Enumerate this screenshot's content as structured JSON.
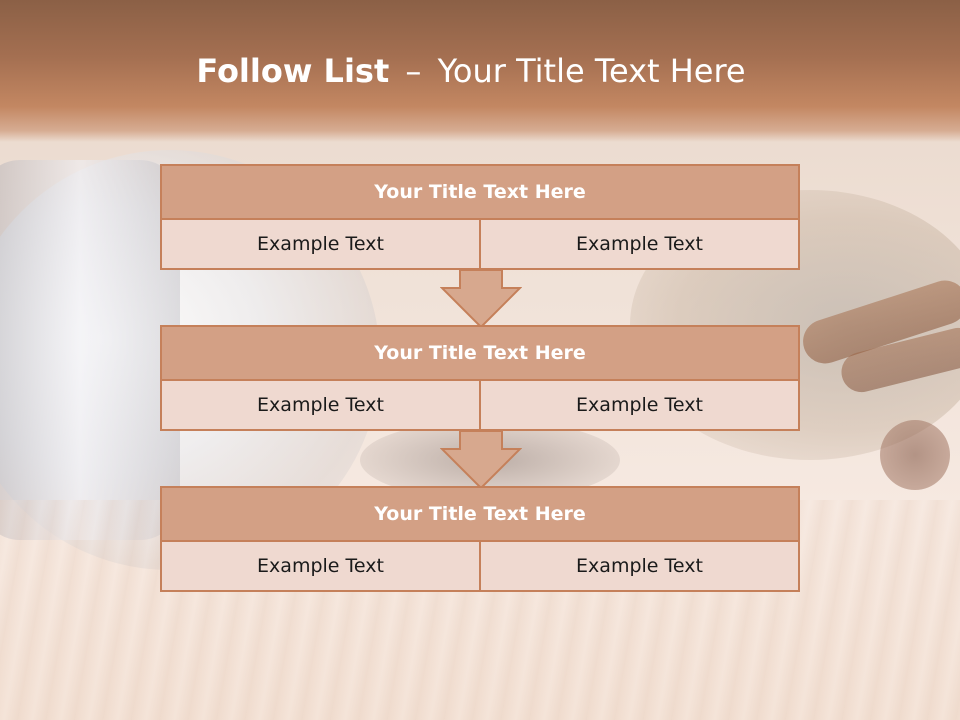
{
  "slide": {
    "title_bold": "Follow List",
    "title_separator": "–",
    "title_rest": "Your Title Text Here"
  },
  "steps": [
    {
      "title": "Your Title Text Here",
      "left": "Example Text",
      "right": "Example Text"
    },
    {
      "title": "Your Title Text Here",
      "left": "Example Text",
      "right": "Example Text"
    },
    {
      "title": "Your Title Text Here",
      "left": "Example Text",
      "right": "Example Text"
    }
  ],
  "colors": {
    "header_brown": "#a46f51",
    "box_header": "#d3a085",
    "box_cell": "#efd9d0",
    "border": "#c5805a",
    "arrow": "#d7a88e"
  }
}
